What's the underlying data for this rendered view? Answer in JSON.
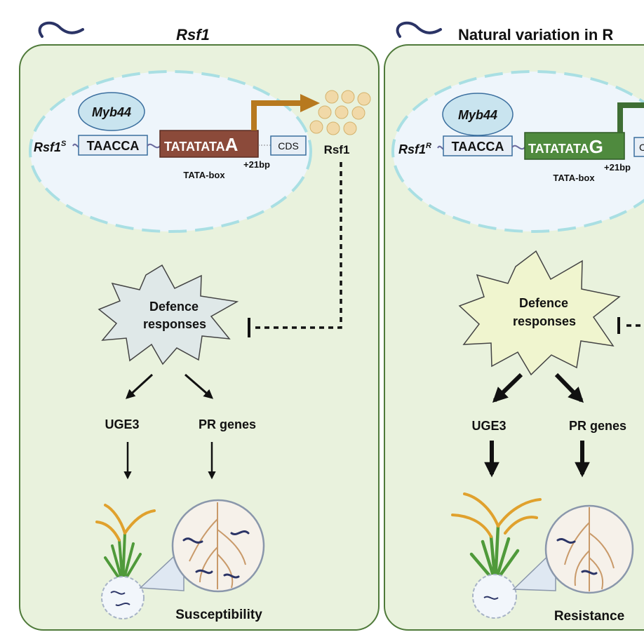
{
  "left_panel": {
    "title": "Rsf1",
    "allele_label": "Rsf1",
    "allele_sup": "S",
    "myb_label": "Myb44",
    "motif": "TAACCA",
    "tata_seq": "TATATATA",
    "tata_variant": "A",
    "cds_label": "CDS",
    "offset_label": "+21bp",
    "tata_box_label": "TATA-box",
    "protein_label": "Rsf1",
    "defence_line1": "Defence",
    "defence_line2": "responses",
    "uge3_label": "UGE3",
    "pr_label": "PR genes",
    "outcome": "Susceptibility"
  },
  "right_panel": {
    "title": "Natural variation in R",
    "allele_label": "Rsf1",
    "allele_sup": "R",
    "myb_label": "Myb44",
    "motif": "TAACCA",
    "tata_seq": "TATATATA",
    "tata_variant": "G",
    "cds_label": "C",
    "offset_label": "+21bp",
    "tata_box_label": "TATA-box",
    "defence_line1": "Defence",
    "defence_line2": "responses",
    "uge3_label": "UGE3",
    "pr_label": "PR genes",
    "outcome": "Resistance"
  },
  "colors": {
    "panel_fill": "#e9f2dd",
    "panel_stroke": "#4f7a3a",
    "nucleus_fill": "#eef5fb",
    "nucleus_stroke": "#a9dfe3",
    "tata_susceptible": "#8b4a3a",
    "tata_resistant": "#4f8a3e",
    "arrow_brown": "#b7791f",
    "arrow_green": "#3f6e34",
    "starburst_grey": "#dfe8e8",
    "starburst_yellow": "#f0f5cf",
    "motif_fill": "#e7eef6",
    "motif_stroke": "#3a6e9e",
    "nematode": "#2b3466",
    "protein_dots": "#f1d9a8"
  },
  "icons": {
    "header": "nematode-icon",
    "plant": "rice-plant-icon",
    "root_zoom": "root-magnifier-icon"
  }
}
